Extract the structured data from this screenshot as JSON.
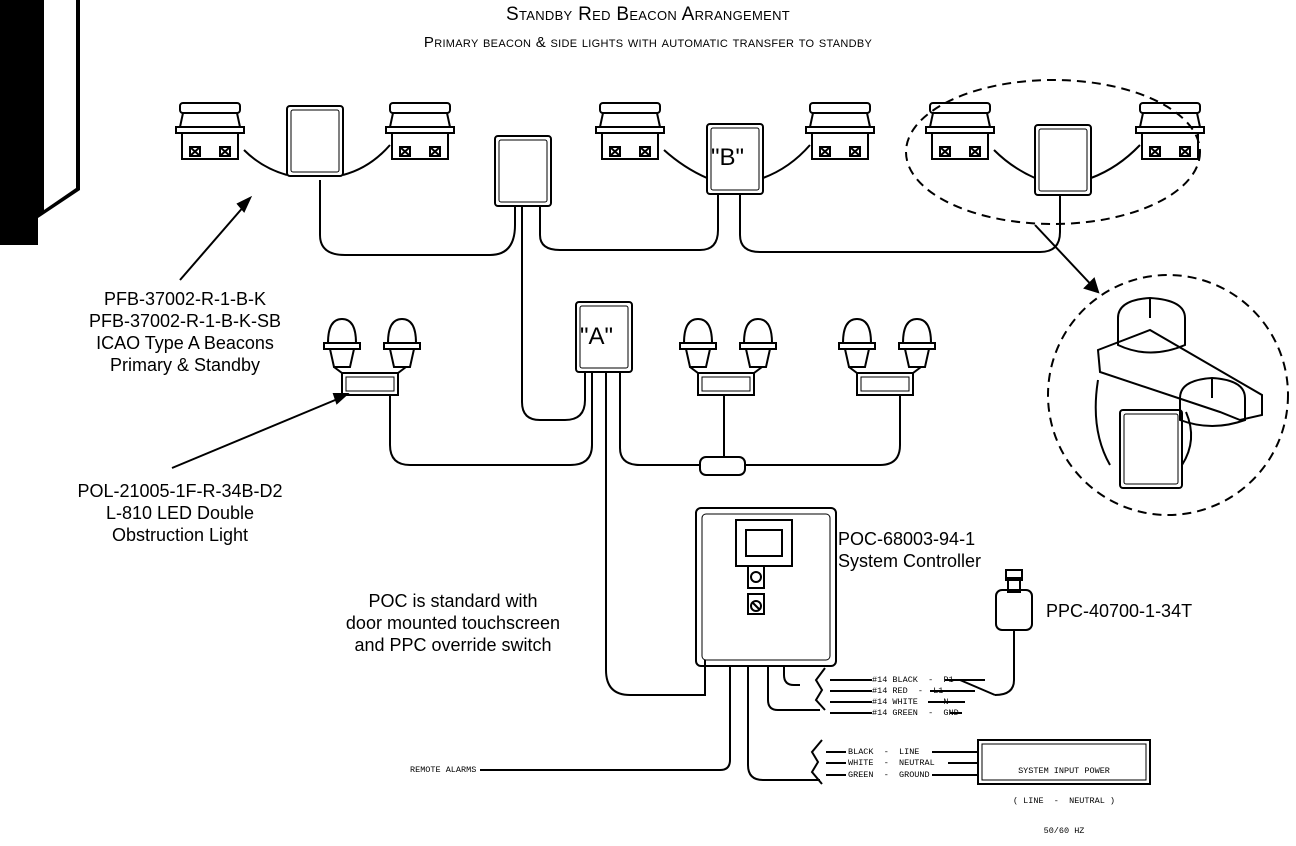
{
  "title": "Standby Red Beacon Arrangement",
  "subtitle": "Primary beacon & side lights with automatic transfer to standby",
  "box_labels": {
    "a": "\"A\"",
    "b": "\"B\""
  },
  "parts": {
    "beacon": [
      "PFB-37002-R-1-B-K",
      "PFB-37002-R-1-B-K-SB",
      "ICAO Type A Beacons",
      "Primary & Standby"
    ],
    "obstruction": [
      "POL-21005-1F-R-34B-D2",
      "L-810 LED Double",
      "Obstruction Light"
    ],
    "controller": [
      "POC-68003-94-1",
      "System Controller"
    ],
    "ppc": "PPC-40700-1-34T",
    "poc_note": [
      "POC is standard with",
      "door mounted touchscreen",
      "and PPC override switch"
    ]
  },
  "wiring": {
    "ppc_wires": [
      "#14 BLACK  -  P1",
      "#14 RED  -  L1",
      "#14 WHITE  -  N",
      "#14 GREEN  -  GND"
    ],
    "input_wires": [
      "BLACK  -  LINE",
      "WHITE  -  NEUTRAL",
      "GREEN  -  GROUND"
    ],
    "remote_alarms": "REMOTE ALARMS",
    "power_box": [
      "SYSTEM INPUT POWER",
      "( LINE  -  NEUTRAL )",
      "50/60 HZ"
    ]
  }
}
